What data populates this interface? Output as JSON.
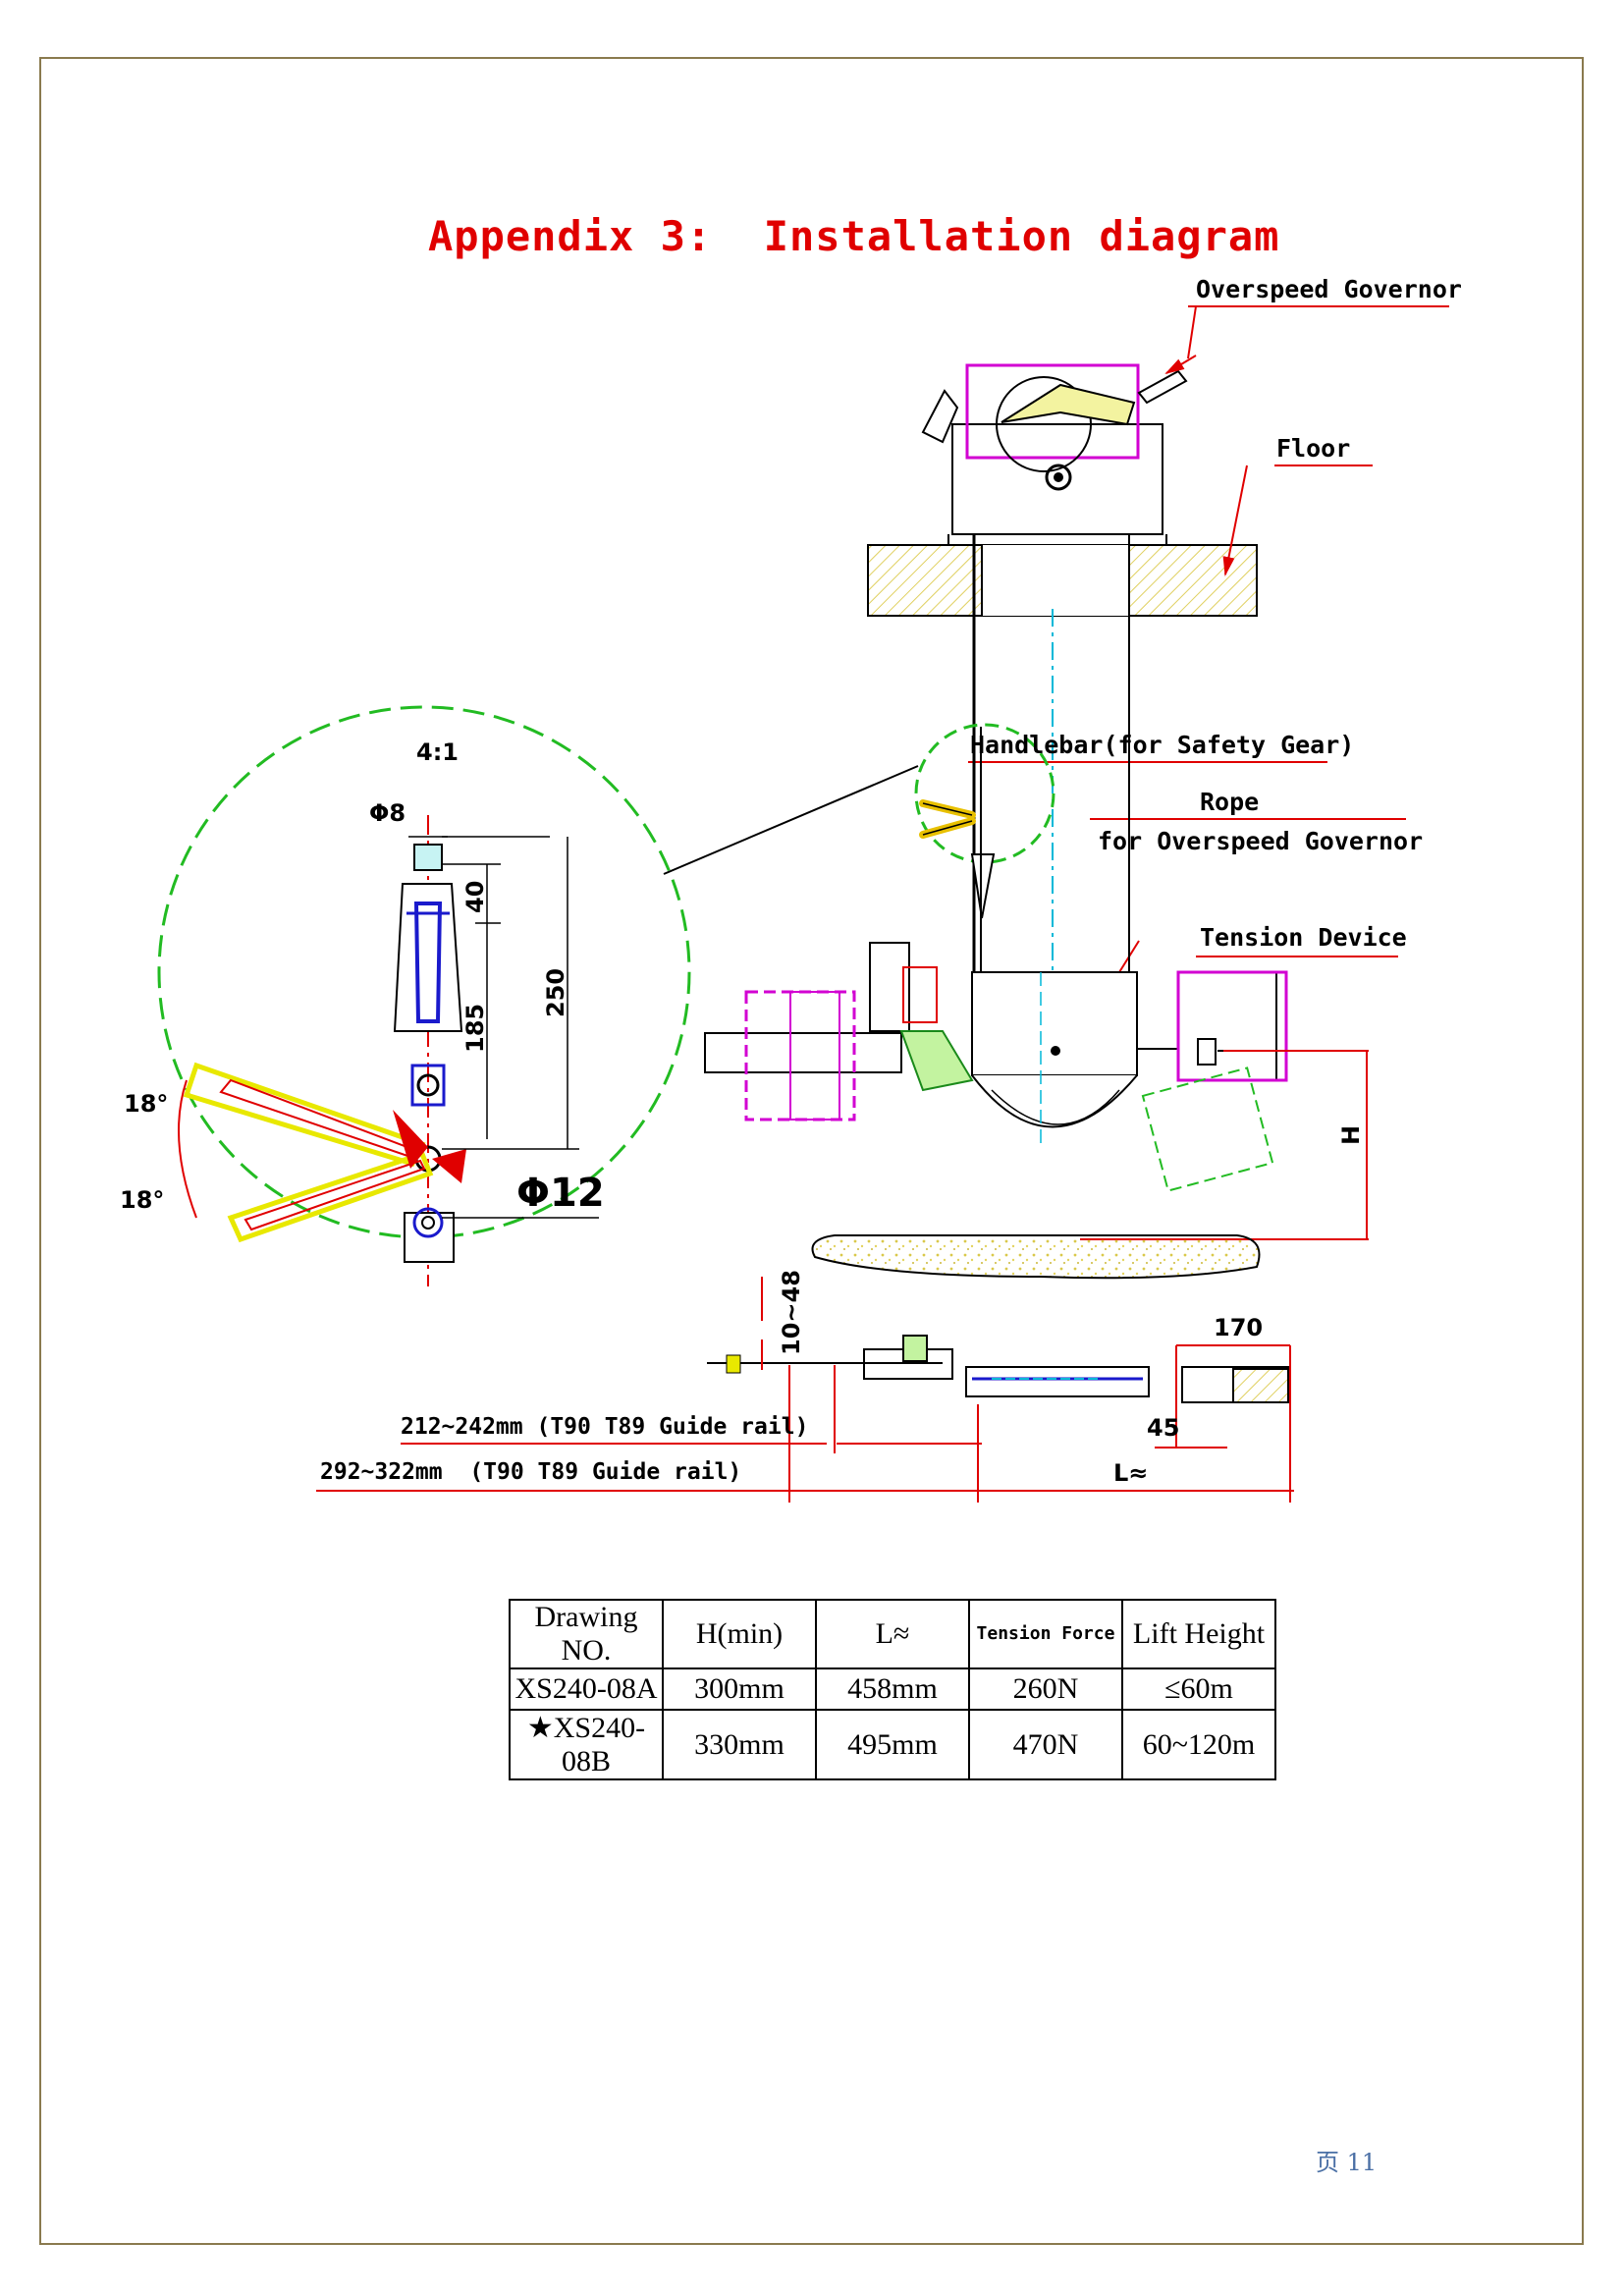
{
  "title": "Appendix 3:  Installation diagram",
  "labels": {
    "overspeed_governor": "Overspeed Governor",
    "floor": "Floor",
    "handlebar": "Handlebar(for Safety Gear)",
    "rope": "Rope",
    "rope_for": "for Overspeed Governor",
    "tension_device": "Tension Device"
  },
  "detail": {
    "scale": "4:1",
    "phi8": "Φ8",
    "phi12": "Φ12",
    "dim_40": "40",
    "dim_185": "185",
    "dim_250": "250",
    "angle_top": "18°",
    "angle_bottom": "18°"
  },
  "dimensions": {
    "h": "H",
    "range_10_48": "10~48",
    "dim_170": "170",
    "dim_45": "45",
    "rail_212": "212~242mm (T90 T89 Guide rail)",
    "rail_292": "292~322mm  (T90 T89 Guide rail)",
    "l_approx": "L≈"
  },
  "table": {
    "headers": [
      "Drawing NO.",
      "H(min)",
      "L≈",
      "Tension Force",
      "Lift Height"
    ],
    "rows": [
      [
        "XS240-08A",
        "300mm",
        "458mm",
        "260N",
        "≤60m"
      ],
      [
        "★XS240-08B",
        "330mm",
        "495mm",
        "470N",
        "60~120m"
      ]
    ]
  },
  "page_number": "页 11",
  "colors": {
    "title": "#e00000",
    "dashed_circle": "#22bb22",
    "magenta": "#d200d2",
    "blue": "#1a1acc",
    "yellow": "#e8e800",
    "red": "#e00000",
    "cyan": "#00b8d8",
    "frame": "#8a7a4e"
  }
}
